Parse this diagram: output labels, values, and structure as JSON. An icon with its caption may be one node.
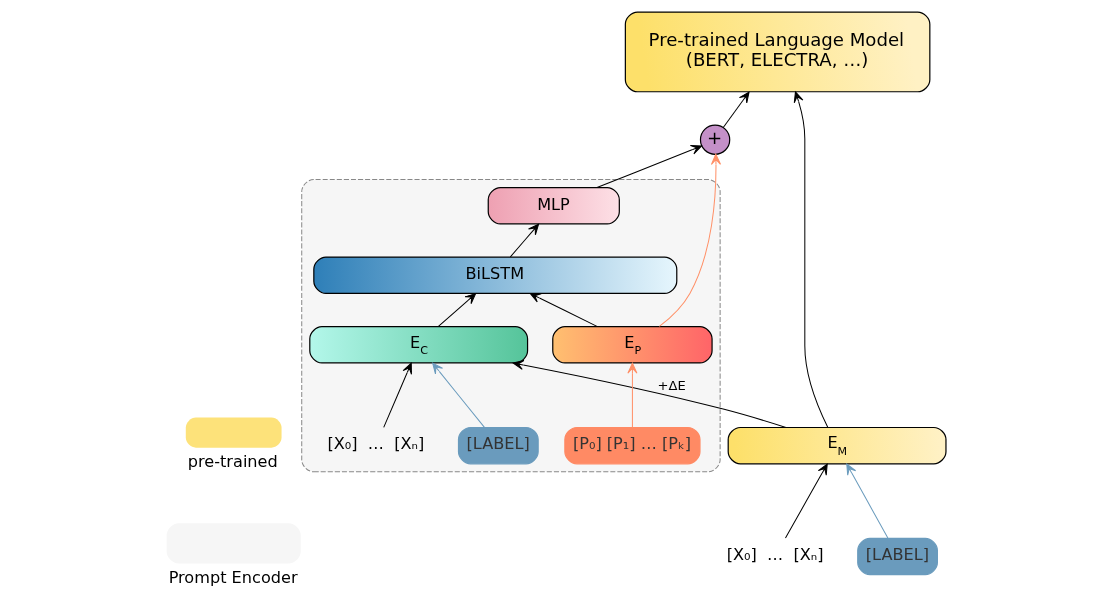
{
  "diagram": {
    "nodes": [
      {
        "text": [
          "Pre-trained Language Model",
          "(BERT, ELECTRA, …)"
        ]
      },
      {
        "text": [
          "E$_{M}$"
        ]
      },
      {
        "text": [
          "[X₀]  …  [Xₙ]"
        ]
      },
      {
        "text": [
          "[LABEL]"
        ]
      },
      {
        "text": [],
        "shape": "box"
      },
      {
        "text": [
          "+"
        ]
      },
      {
        "text": [
          "MLP"
        ],
        "in": 4
      },
      {
        "text": [
          "BiLSTM"
        ],
        "in": 4
      },
      {
        "text": [
          "E$_{C}$"
        ],
        "in": 4
      },
      {
        "text": [
          "E$_{P}$"
        ],
        "in": 4
      },
      {
        "text": [
          "[X₀]  …  [Xₙ]"
        ],
        "in": 4
      },
      {
        "text": [
          "[LABEL]"
        ],
        "in": 4
      },
      {
        "text": [
          "[P₀] [P₁] … [Pₖ]"
        ],
        "in": 4
      }
    ],
    "edges": [
      {
        "from": 2,
        "to": 1,
        "arrow": "to"
      },
      {
        "from": 3,
        "to": 1,
        "arrow": "to",
        "color": "#6a9bbd"
      },
      {
        "from": 1,
        "to": 0,
        "arrow": "to"
      },
      {
        "from": 1,
        "to": 8,
        "arrow": "to",
        "label": "+ΔE"
      },
      {
        "from": 5,
        "to": 0,
        "arrow": "to"
      },
      {
        "from": 6,
        "to": 5,
        "arrow": "to"
      },
      {
        "from": 7,
        "to": 6,
        "arrow": "to"
      },
      {
        "from": 8,
        "to": 7,
        "arrow": "to"
      },
      {
        "from": 9,
        "to": 7,
        "arrow": "to"
      },
      {
        "from": 9,
        "to": 5,
        "arrow": "to",
        "color": "#ff8f66"
      },
      {
        "from": 10,
        "to": 8,
        "arrow": "to"
      },
      {
        "from": 11,
        "to": 8,
        "arrow": "to",
        "color": "#6a9bbd"
      },
      {
        "from": 12,
        "to": 9,
        "arrow": "to",
        "color": "#ff8f66"
      }
    ],
    "legend": [
      {
        "text": "pre-trained",
        "color": "#fde27a"
      },
      {
        "text": "Prompt Encoder"
      }
    ]
  }
}
